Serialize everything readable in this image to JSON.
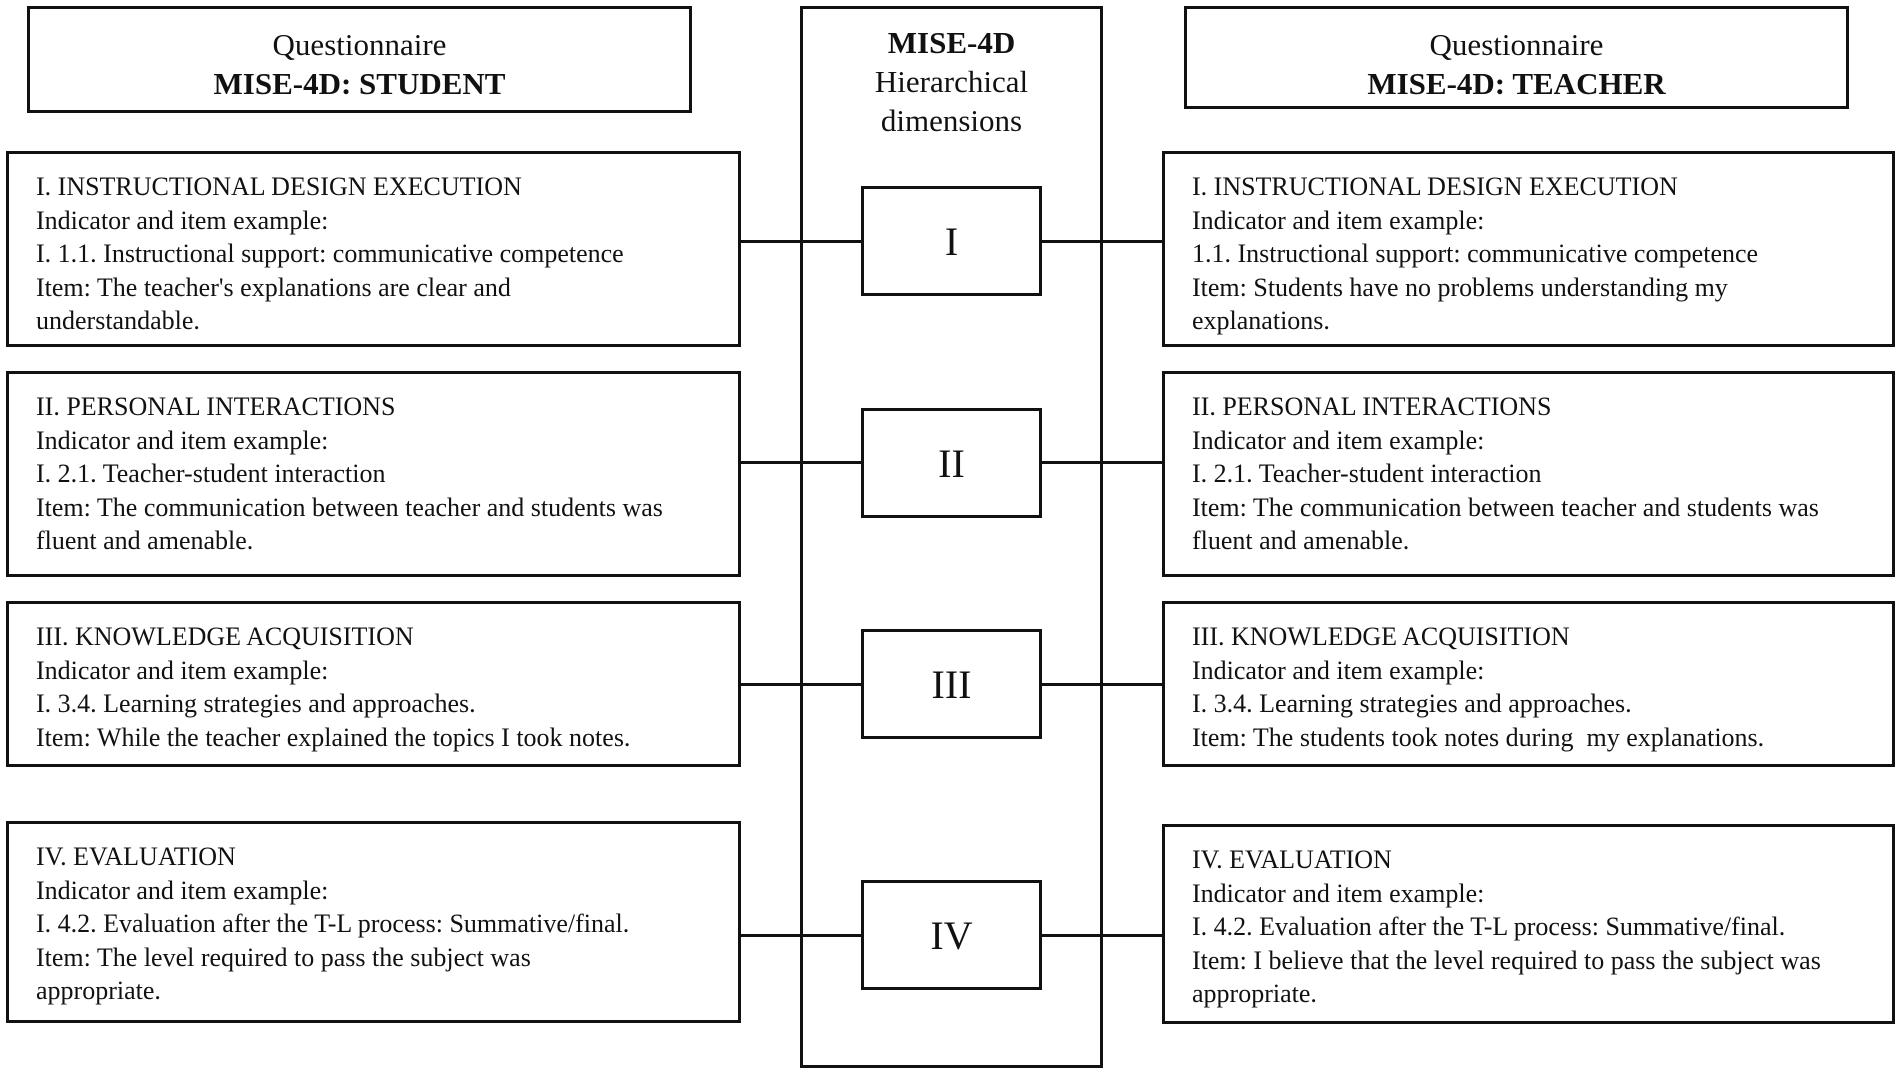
{
  "student": {
    "header_line1": "Questionnaire",
    "header_line2": "MISE-4D: STUDENT",
    "dimensions": [
      {
        "title": "I. INSTRUCTIONAL DESIGN EXECUTION",
        "indicator_label": "Indicator and item example:",
        "indicator": "I. 1.1. Instructional support: communicative competence",
        "item": "Item: The teacher's explanations are clear and understandable."
      },
      {
        "title": "II. PERSONAL INTERACTIONS",
        "indicator_label": "Indicator and item example:",
        "indicator": "I. 2.1. Teacher-student interaction",
        "item": "Item: The communication between teacher and students was fluent and amenable."
      },
      {
        "title": "III. KNOWLEDGE ACQUISITION",
        "indicator_label": "Indicator and item example:",
        "indicator": "I. 3.4. Learning strategies and approaches.",
        "item": "Item: While the teacher explained the topics I took notes."
      },
      {
        "title": "IV. EVALUATION",
        "indicator_label": "Indicator and item example:",
        "indicator": "I. 4.2. Evaluation after the T-L process: Summative/final.",
        "item": "Item: The level required to pass the subject was appropriate."
      }
    ]
  },
  "center": {
    "title": "MISE-4D",
    "subtitle_line1": "Hierarchical",
    "subtitle_line2": "dimensions",
    "numerals": [
      "I",
      "II",
      "III",
      "IV"
    ]
  },
  "teacher": {
    "header_line1": "Questionnaire",
    "header_line2": "MISE-4D: TEACHER",
    "dimensions": [
      {
        "title": "I. INSTRUCTIONAL DESIGN EXECUTION",
        "indicator_label": "Indicator and item example:",
        "indicator": "1.1. Instructional support: communicative competence",
        "item": "Item: Students have no problems understanding my explanations."
      },
      {
        "title": "II. PERSONAL INTERACTIONS",
        "indicator_label": "Indicator and item example:",
        "indicator": "I. 2.1. Teacher-student interaction",
        "item": "Item: The communication between teacher and students was fluent and amenable."
      },
      {
        "title": "III. KNOWLEDGE ACQUISITION",
        "indicator_label": "Indicator and item example:",
        "indicator": "I. 3.4. Learning strategies and approaches.",
        "item": "Item: The students took notes during  my explanations."
      },
      {
        "title": "IV. EVALUATION",
        "indicator_label": "Indicator and item example:",
        "indicator": "I. 4.2. Evaluation after the T-L process: Summative/final.",
        "item": "Item: I believe that the level required to pass the subject was appropriate."
      }
    ]
  }
}
